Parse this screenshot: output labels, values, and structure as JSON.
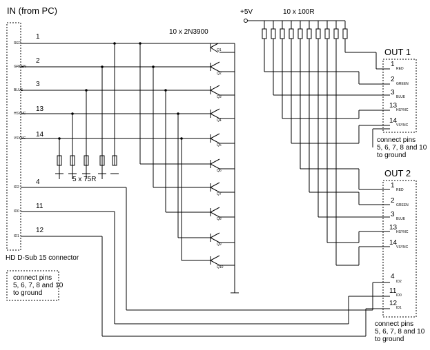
{
  "input": {
    "title": "IN  (from PC)",
    "connector_label": "HD D-Sub 15 connector",
    "note_lines": [
      "connect pins",
      "5, 6, 7, 8 and 10",
      "to ground"
    ],
    "pins": [
      {
        "name": "RED",
        "num": "1"
      },
      {
        "name": "GREEN",
        "num": "2"
      },
      {
        "name": "BLUE",
        "num": "3"
      },
      {
        "name": "HSYNC",
        "num": "13"
      },
      {
        "name": "VSYNC",
        "num": "14"
      },
      {
        "name": "ID2",
        "num": "4"
      },
      {
        "name": "ID0",
        "num": "11"
      },
      {
        "name": "ID1",
        "num": "12"
      }
    ]
  },
  "components": {
    "supply": "+5V",
    "pullups": "10 x 100R",
    "transistors": "10 x 2N3900",
    "terminations": "5 x 75R",
    "transistor_tags": [
      "Q1",
      "Q2",
      "Q3",
      "Q4",
      "Q5",
      "Q6",
      "Q7",
      "Q8",
      "Q9",
      "Q10"
    ]
  },
  "out1": {
    "title": "OUT 1",
    "note_lines": [
      "connect pins",
      "5, 6, 7, 8 and 10",
      "to ground"
    ],
    "pins": [
      {
        "name": "RED",
        "num": "1"
      },
      {
        "name": "GREEN",
        "num": "2"
      },
      {
        "name": "BLUE",
        "num": "3"
      },
      {
        "name": "HSYNC",
        "num": "13"
      },
      {
        "name": "VSYNC",
        "num": "14"
      }
    ]
  },
  "out2": {
    "title": "OUT 2",
    "note_lines": [
      "connect pins",
      "5, 6, 7, 8 and 10",
      "to ground"
    ],
    "pins": [
      {
        "name": "RED",
        "num": "1"
      },
      {
        "name": "GREEN",
        "num": "2"
      },
      {
        "name": "BLUE",
        "num": "3"
      },
      {
        "name": "HSYNC",
        "num": "13"
      },
      {
        "name": "VSYNC",
        "num": "14"
      },
      {
        "name": "ID2",
        "num": "4"
      },
      {
        "name": "ID0",
        "num": "11"
      },
      {
        "name": "ID1",
        "num": "12"
      }
    ]
  }
}
